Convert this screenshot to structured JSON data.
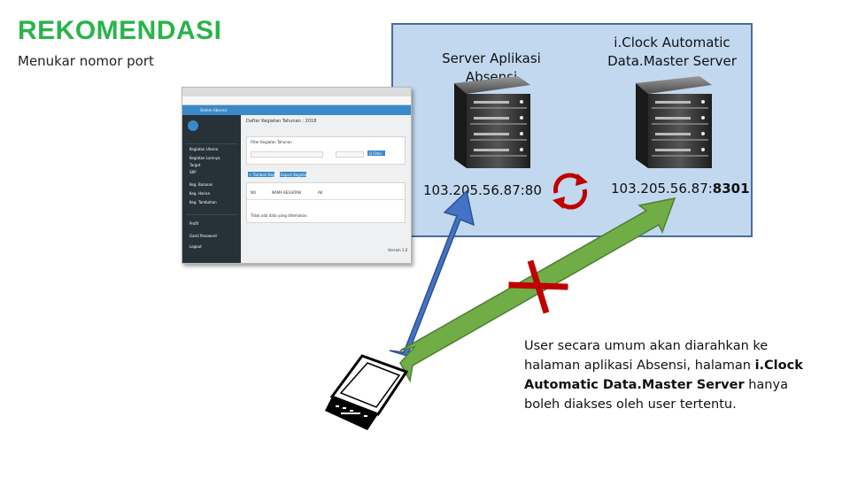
{
  "header": {
    "title": "REKOMENDASI",
    "subtitle": "Menukar nomor port"
  },
  "servers": {
    "app": {
      "label": "Server Aplikasi Absensi",
      "ip": "103.205.56.87:80"
    },
    "iclock": {
      "label_line1": "i.Clock Automatic",
      "label_line2": "Data.Master Server",
      "ip_prefix": "103.205.56.87:",
      "ip_port": "8301"
    }
  },
  "caption": {
    "part1": "User secara umum akan diarahkan ke halaman aplikasi Absensi, halaman ",
    "bold1": "i.Clock Automatic Data.Master Server",
    "part2": " hanya boleh diakses oleh user tertentu."
  },
  "app_screenshot": {
    "topbar_title": "Sistem Absensi",
    "page_title": "Daftar Kegiatan Tahunan : 2018",
    "filter_title": "Filter Kegiatan Tahunan",
    "search_button": "Q Filter",
    "add_button": "+ Tambah Kegiatan",
    "export_button": "Export Kegiatan",
    "table_headers": [
      "NO",
      "NAMA KEGIATAN",
      "AK"
    ],
    "empty_text": "Tidak ada data yang ditemukan.",
    "sidebar_items": [
      "Kegiatan Utama",
      "Kegiatan Lainnya",
      "Target",
      "SKP",
      "Keg. Bulanan",
      "Keg. Harian",
      "Keg. Tambahan",
      "Profil",
      "Ganti Password",
      "Logout"
    ],
    "footer_version": "Version 1.0"
  },
  "colors": {
    "title_green": "#2bb34a",
    "panel_blue": "#c1d8ef",
    "arrow_blue": "#4472c4",
    "arrow_green": "#70ad47",
    "cross_red": "#c00000"
  }
}
